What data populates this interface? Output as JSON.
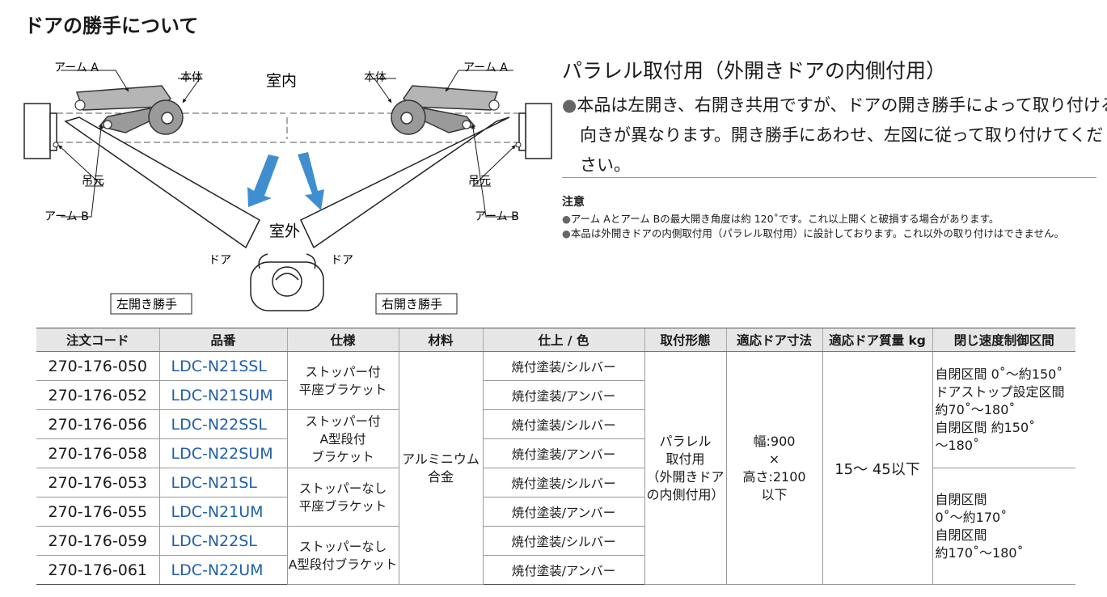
{
  "page_title": "ドアの勝手について",
  "diagram": {
    "indoor": "室内",
    "outdoor": "室外",
    "arm_a": "アーム A",
    "arm_b": "アーム B",
    "body_label": "本体",
    "hinge": "吊元",
    "door": "ドア",
    "left_hand": "左開き勝手",
    "right_hand": "右開き勝手"
  },
  "section": {
    "title": "パラレル取付用（外開きドアの内側付用）",
    "bullet": "●",
    "body": "本品は左開き、右開き共用ですが、ドアの開き勝手によって取り付ける向きが異なります。開き勝手にあわせ、左図に従って取り付けてください。"
  },
  "notes": {
    "heading": "注意",
    "items": [
      "アーム Aとアーム Bの最大開き角度は約 120˚です。これ以上開くと破損する場合があります。",
      "本品は外開きドアの内側取付用（パラレル取付用）に設計しております。これ以外の取り付けはできません。"
    ]
  },
  "table": {
    "headers": [
      "注文コード",
      "品番",
      "仕様",
      "材料",
      "仕上 / 色",
      "取付形態",
      "適応ドア寸法",
      "適応ドア質量 kg",
      "閉じ速度制御区間"
    ],
    "rows": [
      {
        "code": "270-176-050",
        "part": "LDC-N21SSL",
        "finish": "焼付塗装/シルバー"
      },
      {
        "code": "270-176-052",
        "part": "LDC-N21SUM",
        "finish": "焼付塗装/アンバー"
      },
      {
        "code": "270-176-056",
        "part": "LDC-N22SSL",
        "finish": "焼付塗装/シルバー"
      },
      {
        "code": "270-176-058",
        "part": "LDC-N22SUM",
        "finish": "焼付塗装/アンバー"
      },
      {
        "code": "270-176-053",
        "part": "LDC-N21SL",
        "finish": "焼付塗装/シルバー"
      },
      {
        "code": "270-176-055",
        "part": "LDC-N21UM",
        "finish": "焼付塗装/アンバー"
      },
      {
        "code": "270-176-059",
        "part": "LDC-N22SL",
        "finish": "焼付塗装/シルバー"
      },
      {
        "code": "270-176-061",
        "part": "LDC-N22UM",
        "finish": "焼付塗装/アンバー"
      }
    ],
    "specs": [
      [
        "ストッパー付",
        "平座ブラケット"
      ],
      [
        "ストッパー付",
        "A型段付",
        "ブラケット"
      ],
      [
        "ストッパーなし",
        "平座ブラケット"
      ],
      [
        "ストッパーなし",
        "A型段付ブラケット"
      ]
    ],
    "material": [
      "アルミニウム",
      "合金"
    ],
    "mount": [
      "パラレル",
      "取付用",
      "（外開きドア",
      "の内側付用）"
    ],
    "door_size": [
      "幅:900",
      "×",
      "高さ:2100",
      "以下"
    ],
    "door_mass": "15～ 45以下",
    "speed_a": [
      "自閉区間 0˚～約150˚",
      "ドアストップ設定区間",
      "約70˚～180˚",
      "自閉区間 約150˚",
      "～180˚"
    ],
    "speed_b": [
      "自閉区間",
      "0˚～約170˚",
      "自閉区間",
      "約170˚～180˚"
    ]
  },
  "colors": {
    "accent": "#1f5fa8",
    "arrow": "#3f8fd0",
    "header_bg": "#e6e6e6",
    "closer_gray": "#9a9a9a"
  }
}
